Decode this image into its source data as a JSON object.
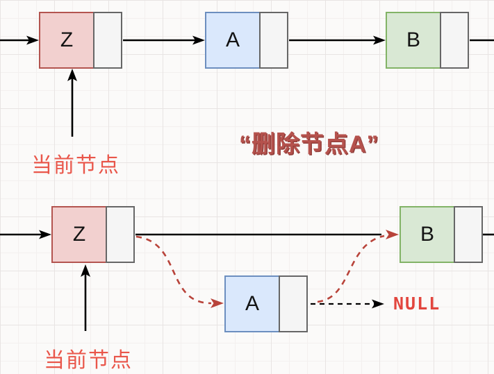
{
  "caption": "“删除节点A”",
  "lists": {
    "before": {
      "nodes": [
        {
          "label": "Z"
        },
        {
          "label": "A"
        },
        {
          "label": "B"
        }
      ],
      "current_label": "当前节点"
    },
    "after": {
      "nodes": [
        {
          "label": "Z"
        },
        {
          "label": "A"
        },
        {
          "label": "B"
        }
      ],
      "current_label": "当前节点",
      "null_label": "NULL"
    }
  },
  "icons": {
    "solid_arrow": "black-arrow-connector",
    "dashed_arrow": "black-dashed-arrow-connector",
    "rewire_arrow": "red-dashed-arrow-connector"
  },
  "colors": {
    "node_red_fill": "#f2d0cf",
    "node_red_border": "#b3544f",
    "node_blue_fill": "#dae8fc",
    "node_blue_border": "#6c8ebf",
    "node_green_fill": "#d9e8d4",
    "node_green_border": "#82b366",
    "pointer_cell_fill": "#f5f5f5",
    "pointer_cell_border": "#666666",
    "caption_color": "#b5524d",
    "current_label_color": "#e9564a",
    "null_color": "#e2453d",
    "connector_color": "#000000",
    "rewire_dashed_color": "#b8433a"
  }
}
